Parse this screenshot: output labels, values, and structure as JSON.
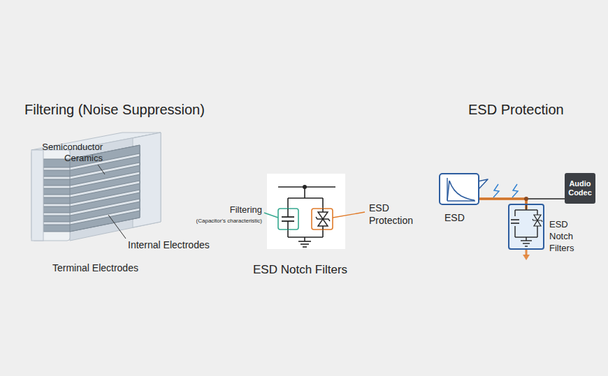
{
  "diagram": {
    "nodes": [
      {
        "text": [
          "ESD"
        ]
      },
      {
        "text": [
          "ESD Notch Filters"
        ]
      },
      {
        "text": [
          "Audio Codec"
        ]
      }
    ],
    "edges": [
      {
        "from": 1,
        "to": 2,
        "arrow": "none"
      }
    ],
    "labels": [
      "Filtering (Noise Suppression)",
      "ESD Protection",
      "Semiconductor Ceramics",
      "Internal Electrodes",
      "Terminal Electrodes",
      "Filtering",
      "(Capacitor's characteristic)",
      "ESD Protection",
      "ESD Notch Filters"
    ]
  }
}
